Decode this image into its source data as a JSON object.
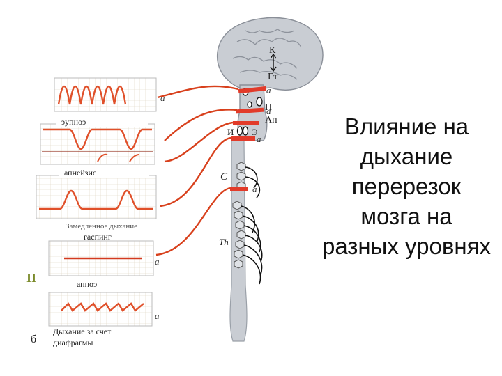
{
  "title_lines": [
    "Влияние на",
    "дыхание",
    "перерезок",
    "мозга на",
    "разных уровнях"
  ],
  "strip_labels": {
    "eupnea": "эупноэ",
    "apneusis": "апнейзис",
    "slow_breathing": "Замедленное дыхание",
    "gasping": "гаспинг",
    "apnea": "апноэ",
    "diaphragm_1": "Дыхание за счет",
    "diaphragm_2": "диафрагмы"
  },
  "panel_markers": {
    "roman": "II",
    "letter": "б"
  },
  "brain_labels": {
    "K": "К",
    "Gt": "Гт",
    "P": "П",
    "An": "Ап",
    "I": "И",
    "E": "Э",
    "C": "C",
    "Th": "Th"
  },
  "cut_letter": "а",
  "colors": {
    "trace": "#e0502a",
    "nerve": "#d8401c",
    "brain": "#c9cdd3",
    "grid": "#d9cfb8"
  }
}
